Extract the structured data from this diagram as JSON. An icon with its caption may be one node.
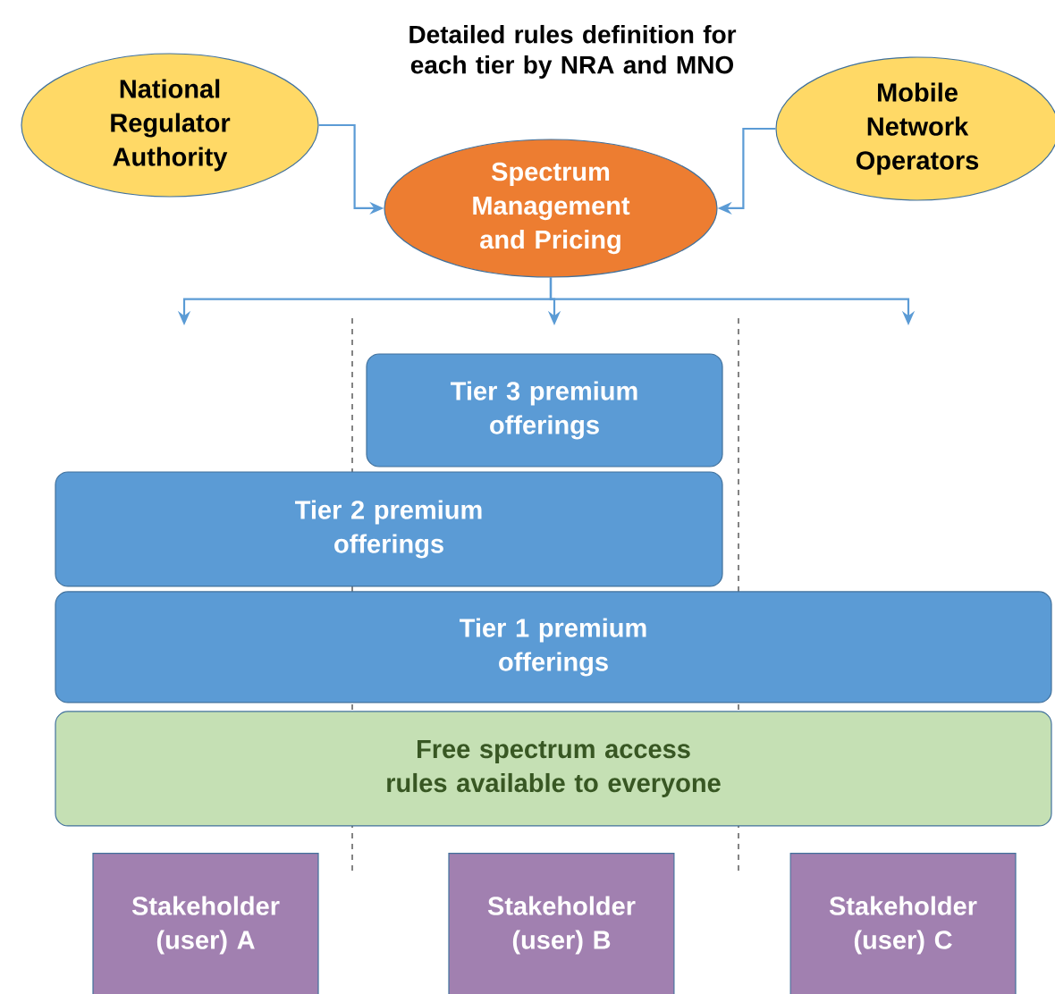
{
  "diagram": {
    "title": "Detailed rules definition for each tier by NRA and MNO",
    "nodes": [
      {
        "text": [
          "National Regulator Authority"
        ]
      },
      {
        "text": [
          "Spectrum Management and Pricing"
        ]
      },
      {
        "text": [
          "Mobile Network Operators"
        ]
      },
      {
        "text": [
          "Tier 3 premium offerings"
        ]
      },
      {
        "text": [
          "Tier 2 premium offerings"
        ]
      },
      {
        "text": [
          "Tier 1 premium offerings"
        ]
      },
      {
        "text": [
          "Free spectrum access rules available to everyone"
        ]
      },
      {
        "text": [
          "Stakeholder (user) A"
        ]
      },
      {
        "text": [
          "Stakeholder (user) B"
        ]
      },
      {
        "text": [
          "Stakeholder (user) C"
        ]
      }
    ],
    "edges": [
      {
        "from": 0,
        "to": 1,
        "arrow": "to"
      },
      {
        "from": 2,
        "to": 1,
        "arrow": "to"
      },
      {
        "from": 1,
        "to": null,
        "arrow": "to"
      },
      {
        "from": 1,
        "to": null,
        "arrow": "to"
      },
      {
        "from": 1,
        "to": null,
        "arrow": "to"
      }
    ]
  }
}
